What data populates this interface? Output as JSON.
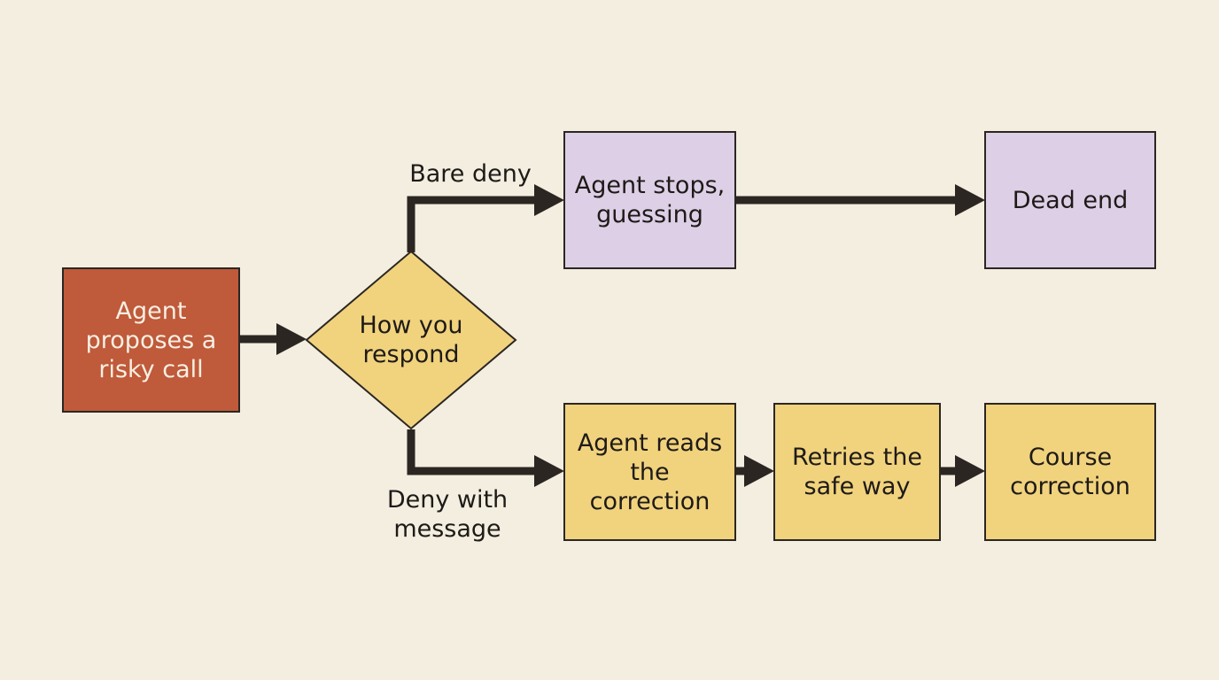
{
  "colors": {
    "background": "#f3eee0",
    "start": "#bf5a3a",
    "decision": "#f1d37e",
    "dead_path": "#dccfe6",
    "good_path": "#f1d37e",
    "line": "#2b2622",
    "start_text": "#f7efe3"
  },
  "nodes": {
    "start": {
      "text": "Agent\nproposes a\nrisky call"
    },
    "decision": {
      "text": "How you\nrespond"
    },
    "stops": {
      "text": "Agent stops,\nguessing"
    },
    "dead_end": {
      "text": "Dead end"
    },
    "reads": {
      "text": "Agent reads\nthe\ncorrection"
    },
    "retries": {
      "text": "Retries the\nsafe way"
    },
    "course": {
      "text": "Course\ncorrection"
    }
  },
  "edges": {
    "bare_deny": {
      "label": "Bare deny"
    },
    "deny_message": {
      "label": "Deny with\nmessage"
    }
  }
}
